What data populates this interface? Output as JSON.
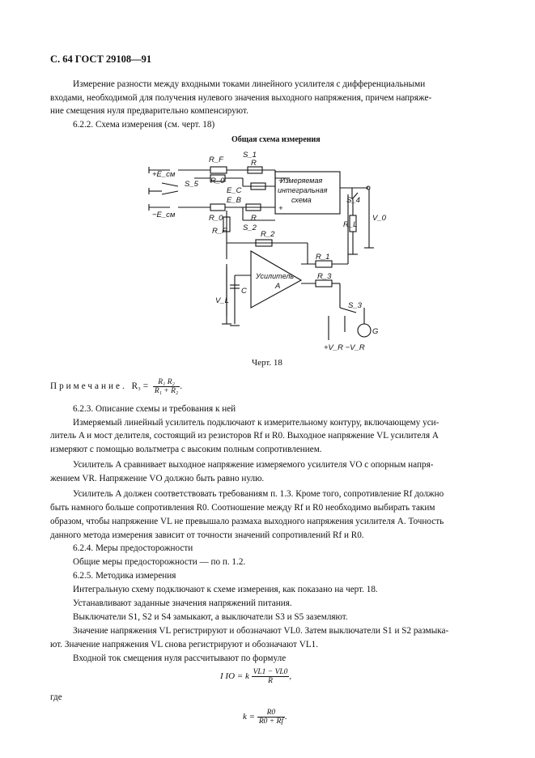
{
  "header": "С. 64 ГОСТ 29108—91",
  "intro_lines": [
    "Измерение разности между входными токами линейного усилителя с дифференциальными",
    "входами, необходимой для получения нулевого значения выходного напряжения, причем напряже-",
    "ние смещения нуля предварительно компенсируют."
  ],
  "section_622": "6.2.2. Схема измерения (см. черт. 18)",
  "figure": {
    "title": "Общая схема измерения",
    "labels": {
      "rf_top": "R_F",
      "s1": "S_1",
      "r0_top": "R_0",
      "r_top": "R",
      "ecm_plus": "+E_см",
      "s5": "S_5",
      "ec": "E_C",
      "eb": "E_B",
      "minus": "−",
      "plus": "+",
      "ecm_minus": "−E_см",
      "r0_bot": "R_0",
      "r_bot": "R",
      "s2": "S_2",
      "rf_bot": "R_F",
      "s4": "S_4",
      "rl": "R_L",
      "v0": "V_0",
      "dut1": "Измеряемая",
      "dut2": "интегральная",
      "dut3": "схема",
      "r2": "R_2",
      "r1": "R_1",
      "amp": "Усилитель",
      "amp_a": "A",
      "c": "C",
      "r3": "R_3",
      "vl": "V_L",
      "s3": "S_3",
      "vr": "+V_R  −V_R",
      "gen": "G"
    },
    "caption": "Черт. 18"
  },
  "note": {
    "label": "Примечание.",
    "lhs": "R₃ =",
    "num": "R₁ R₂",
    "den": "R₁ + R₂",
    "end": "."
  },
  "section_623": "6.2.3. Описание схемы и требования к ней",
  "para_623a": [
    "Измеряемый линейный усилитель подключают к измерительному контуру, включающему уси-",
    "литель A и мост делителя, состоящий из резисторов Rf и R0. Выходное напряжение VL усилителя A",
    "измеряют с помощью вольтметра с высоким полным сопротивлением."
  ],
  "para_623b": [
    "Усилитель A сравнивает выходное напряжение измеряемого усилителя VO с опорным напря-",
    "жением VR. Напряжение VO должно быть равно нулю."
  ],
  "para_623c": [
    "Усилитель A должен соответствовать требованиям п. 1.3. Кроме того, сопротивление Rf должно",
    "быть намного больше сопротивления R0. Соотношение между Rf и R0 необходимо выбирать таким",
    "образом, чтобы напряжение VL не превышало размаха выходного напряжения усилителя A. Точность",
    "данного метода измерения зависит от точности значений сопротивлений Rf и R0."
  ],
  "section_624": "6.2.4. Меры предосторожности",
  "para_624": "Общие меры предосторожности — по п. 1.2.",
  "section_625": "6.2.5. Методика измерения",
  "steps": [
    "Интегральную схему подключают к схеме измерения, как показано на черт. 18.",
    "Устанавливают заданные значения напряжений питания.",
    "Выключатели S1, S2 и S4 замыкают, а выключатели S3 и S5 заземляют."
  ],
  "para_reg": [
    "Значение напряжения VL регистрируют и обозначают VL0. Затем выключатели S1 и S2 размыка-",
    "ют. Значение напряжения VL снова регистрируют и обозначают VL1."
  ],
  "para_formula": "Входной ток смещения нуля рассчитывают по формуле",
  "formula1": {
    "lhs": "I IO = k",
    "num": "VL1 − VL0",
    "den": "R",
    "end": ","
  },
  "where": "где",
  "formula2": {
    "lhs": "k =",
    "num": "R0",
    "den": "R0 + Rf",
    "end": "."
  }
}
